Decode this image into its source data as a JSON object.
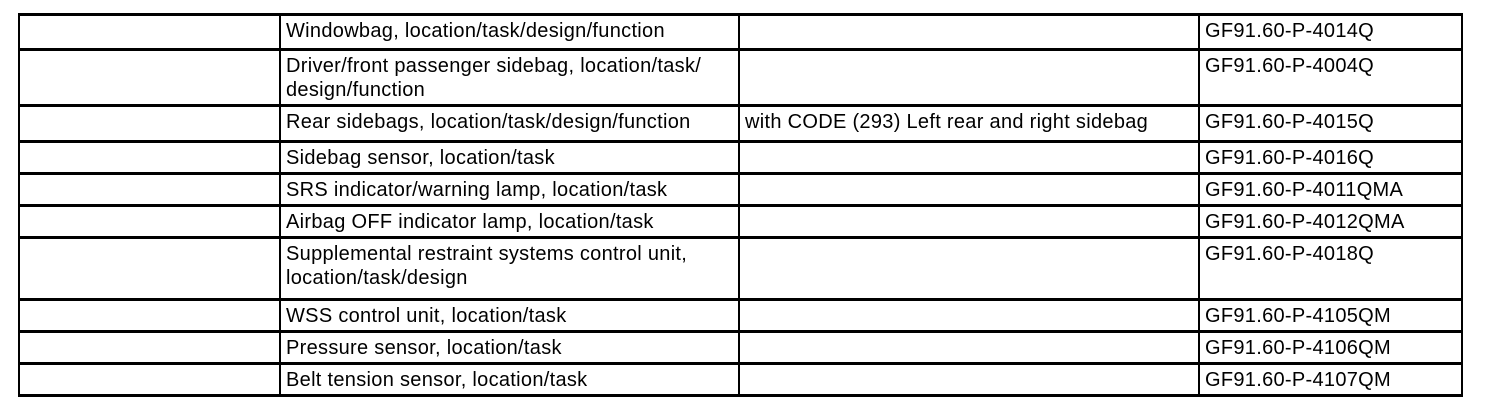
{
  "table": {
    "colors": {
      "border": "#000000",
      "background": "#ffffff",
      "text": "#000000"
    },
    "rows": [
      {
        "description": "Windowbag, location/task/design/function",
        "note": "",
        "code": "GF91.60-P-4014Q"
      },
      {
        "description": "Driver/front passenger sidebag, location/task/\ndesign/function",
        "note": "",
        "code": "GF91.60-P-4004Q"
      },
      {
        "description": "Rear sidebags, location/task/design/function",
        "note": "with CODE (293) Left rear and right sidebag",
        "code": "GF91.60-P-4015Q"
      },
      {
        "description": "Sidebag sensor, location/task",
        "note": "",
        "code": "GF91.60-P-4016Q"
      },
      {
        "description": "SRS indicator/warning lamp, location/task",
        "note": "",
        "code": "GF91.60-P-4011QMA"
      },
      {
        "description": "Airbag OFF indicator lamp, location/task",
        "note": "",
        "code": "GF91.60-P-4012QMA"
      },
      {
        "description": "Supplemental restraint systems control unit,\nlocation/task/design",
        "note": "",
        "code": "GF91.60-P-4018Q"
      },
      {
        "description": "WSS control unit, location/task",
        "note": "",
        "code": "GF91.60-P-4105QM"
      },
      {
        "description": "Pressure sensor, location/task",
        "note": "",
        "code": "GF91.60-P-4106QM"
      },
      {
        "description": "Belt tension sensor, location/task",
        "note": "",
        "code": "GF91.60-P-4107QM"
      }
    ]
  }
}
